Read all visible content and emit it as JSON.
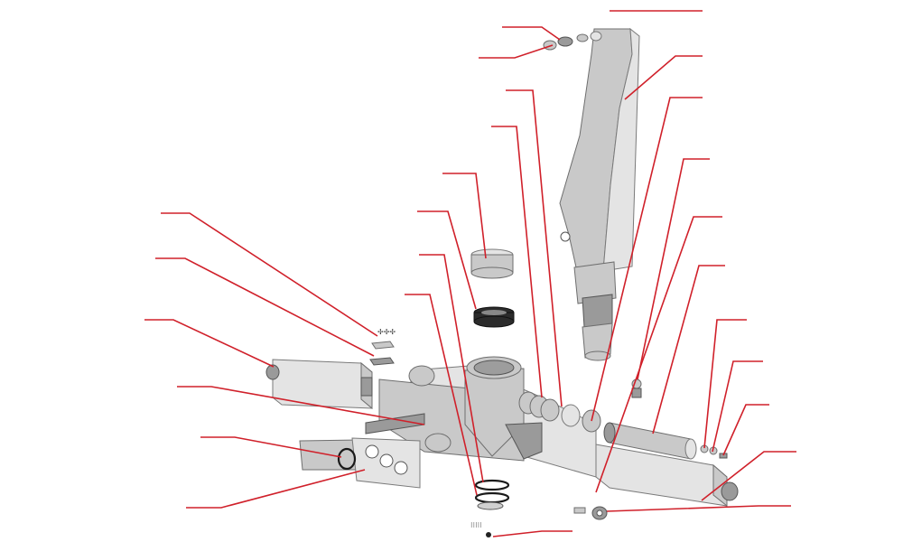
{
  "colors": {
    "leader": "#d0202a",
    "background": "#ffffff",
    "part": "#c9c9c9",
    "part_edge": "#6e6e6e"
  },
  "callouts": [
    {
      "id": "boom-top"
    },
    {
      "id": "pin-upper-a"
    },
    {
      "id": "pin-upper-b"
    },
    {
      "id": "boom-arm"
    },
    {
      "id": "column-bolt"
    },
    {
      "id": "spacer-ring-right"
    },
    {
      "id": "valve-fitting"
    },
    {
      "id": "right-cylinder"
    },
    {
      "id": "right-beam"
    },
    {
      "id": "small-ring-a"
    },
    {
      "id": "small-ring-b"
    },
    {
      "id": "small-screw"
    },
    {
      "id": "end-cap-right"
    },
    {
      "id": "end-washer-right"
    },
    {
      "id": "bottom-bolts"
    },
    {
      "id": "lower-flange-screw"
    },
    {
      "id": "bearing-sleeve"
    },
    {
      "id": "bearing-ring"
    },
    {
      "id": "center-hub"
    },
    {
      "id": "oring-set"
    },
    {
      "id": "screws-top"
    },
    {
      "id": "plate-small"
    },
    {
      "id": "left-beam"
    },
    {
      "id": "left-cylinder"
    },
    {
      "id": "oring-left"
    },
    {
      "id": "bracket-plate"
    }
  ]
}
